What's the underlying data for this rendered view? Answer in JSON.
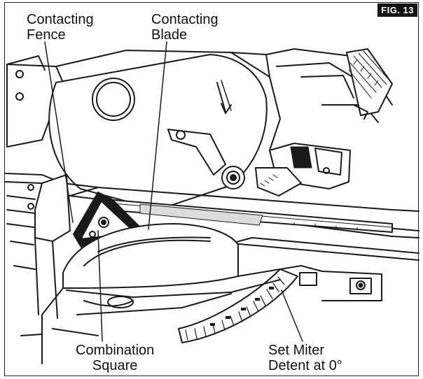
{
  "figure": {
    "tag": "FIG. 13",
    "callouts": {
      "contacting_fence": [
        "Contacting",
        "Fence"
      ],
      "contacting_blade": [
        "Contacting",
        "Blade"
      ],
      "combination_square": [
        "Combination",
        "Square"
      ],
      "set_miter_detent": [
        "Set Miter",
        "Detent at 0°"
      ]
    }
  }
}
